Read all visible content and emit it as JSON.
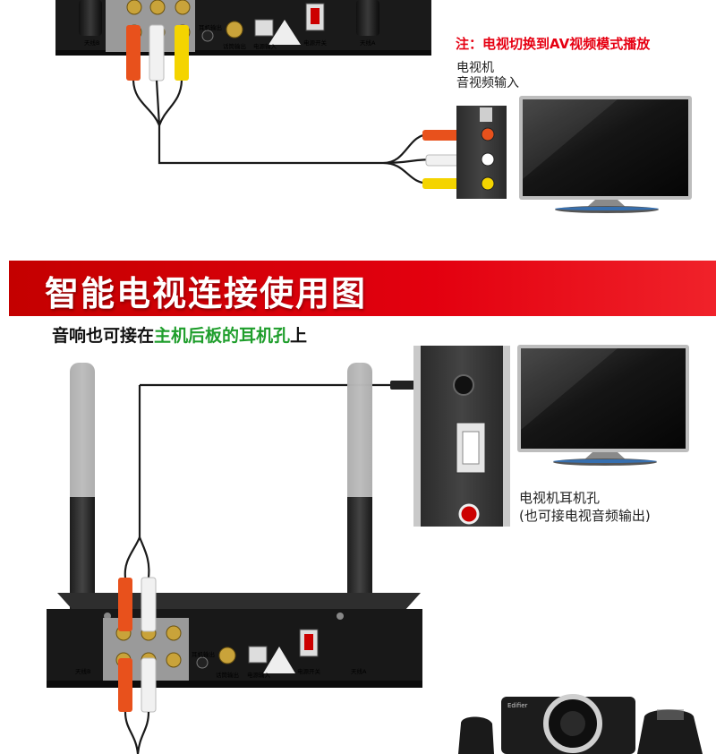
{
  "top_note": "注：电视切换到AV视频模式播放",
  "tv_input_label": [
    "电视机",
    "音视频输入"
  ],
  "banner_title": "智能电视连接使用图",
  "subtitle": {
    "prefix": "音响也可接在",
    "highlight": "主机后板的耳机孔",
    "suffix": "上"
  },
  "headphone_label": [
    "电视机耳机孔",
    "(也可接电视音频输出)"
  ],
  "receiver_labels": {
    "antenna_b": "天线B",
    "headphone_out": "耳机输出",
    "mic_out": "话筒输出",
    "power_in": "电源输入",
    "power_switch": "电源开关",
    "antenna_a": "天线A"
  },
  "speaker_brand": "Edifier",
  "colors": {
    "accent_red": "#e60012",
    "highlight_green": "#1f9e2c",
    "banner_red": "#e3000f"
  }
}
